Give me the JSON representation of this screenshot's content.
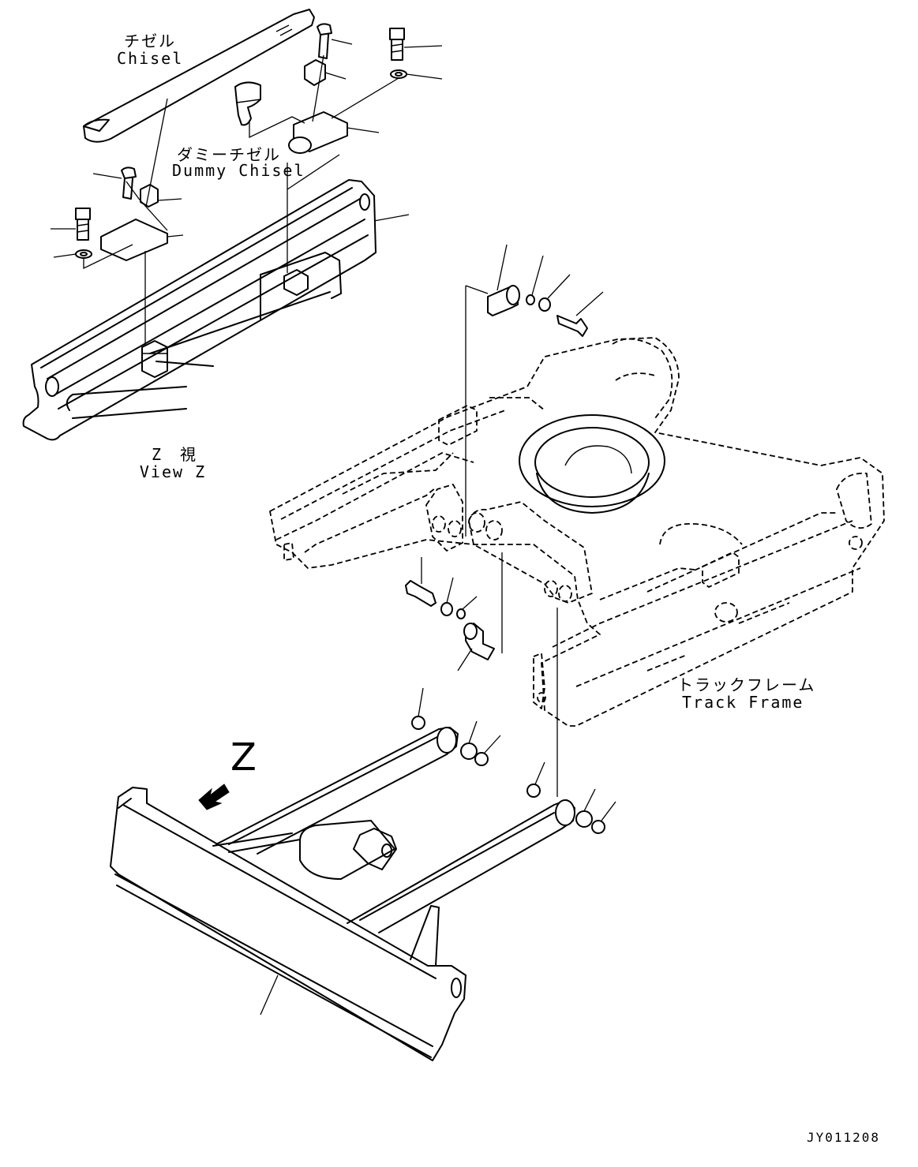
{
  "labels": {
    "chisel_jp": "チゼル",
    "chisel_en": "Chisel",
    "dummy_chisel_jp": "ダミーチゼル",
    "dummy_chisel_en": "Dummy Chisel",
    "view_jp": "Z　視",
    "view_en": "View Z",
    "track_frame_jp": "トラックフレーム",
    "track_frame_en": "Track Frame",
    "view_arrow": "Z",
    "drawing_number": "JY011208"
  },
  "icons": [
    "view-direction-arrow-icon"
  ]
}
